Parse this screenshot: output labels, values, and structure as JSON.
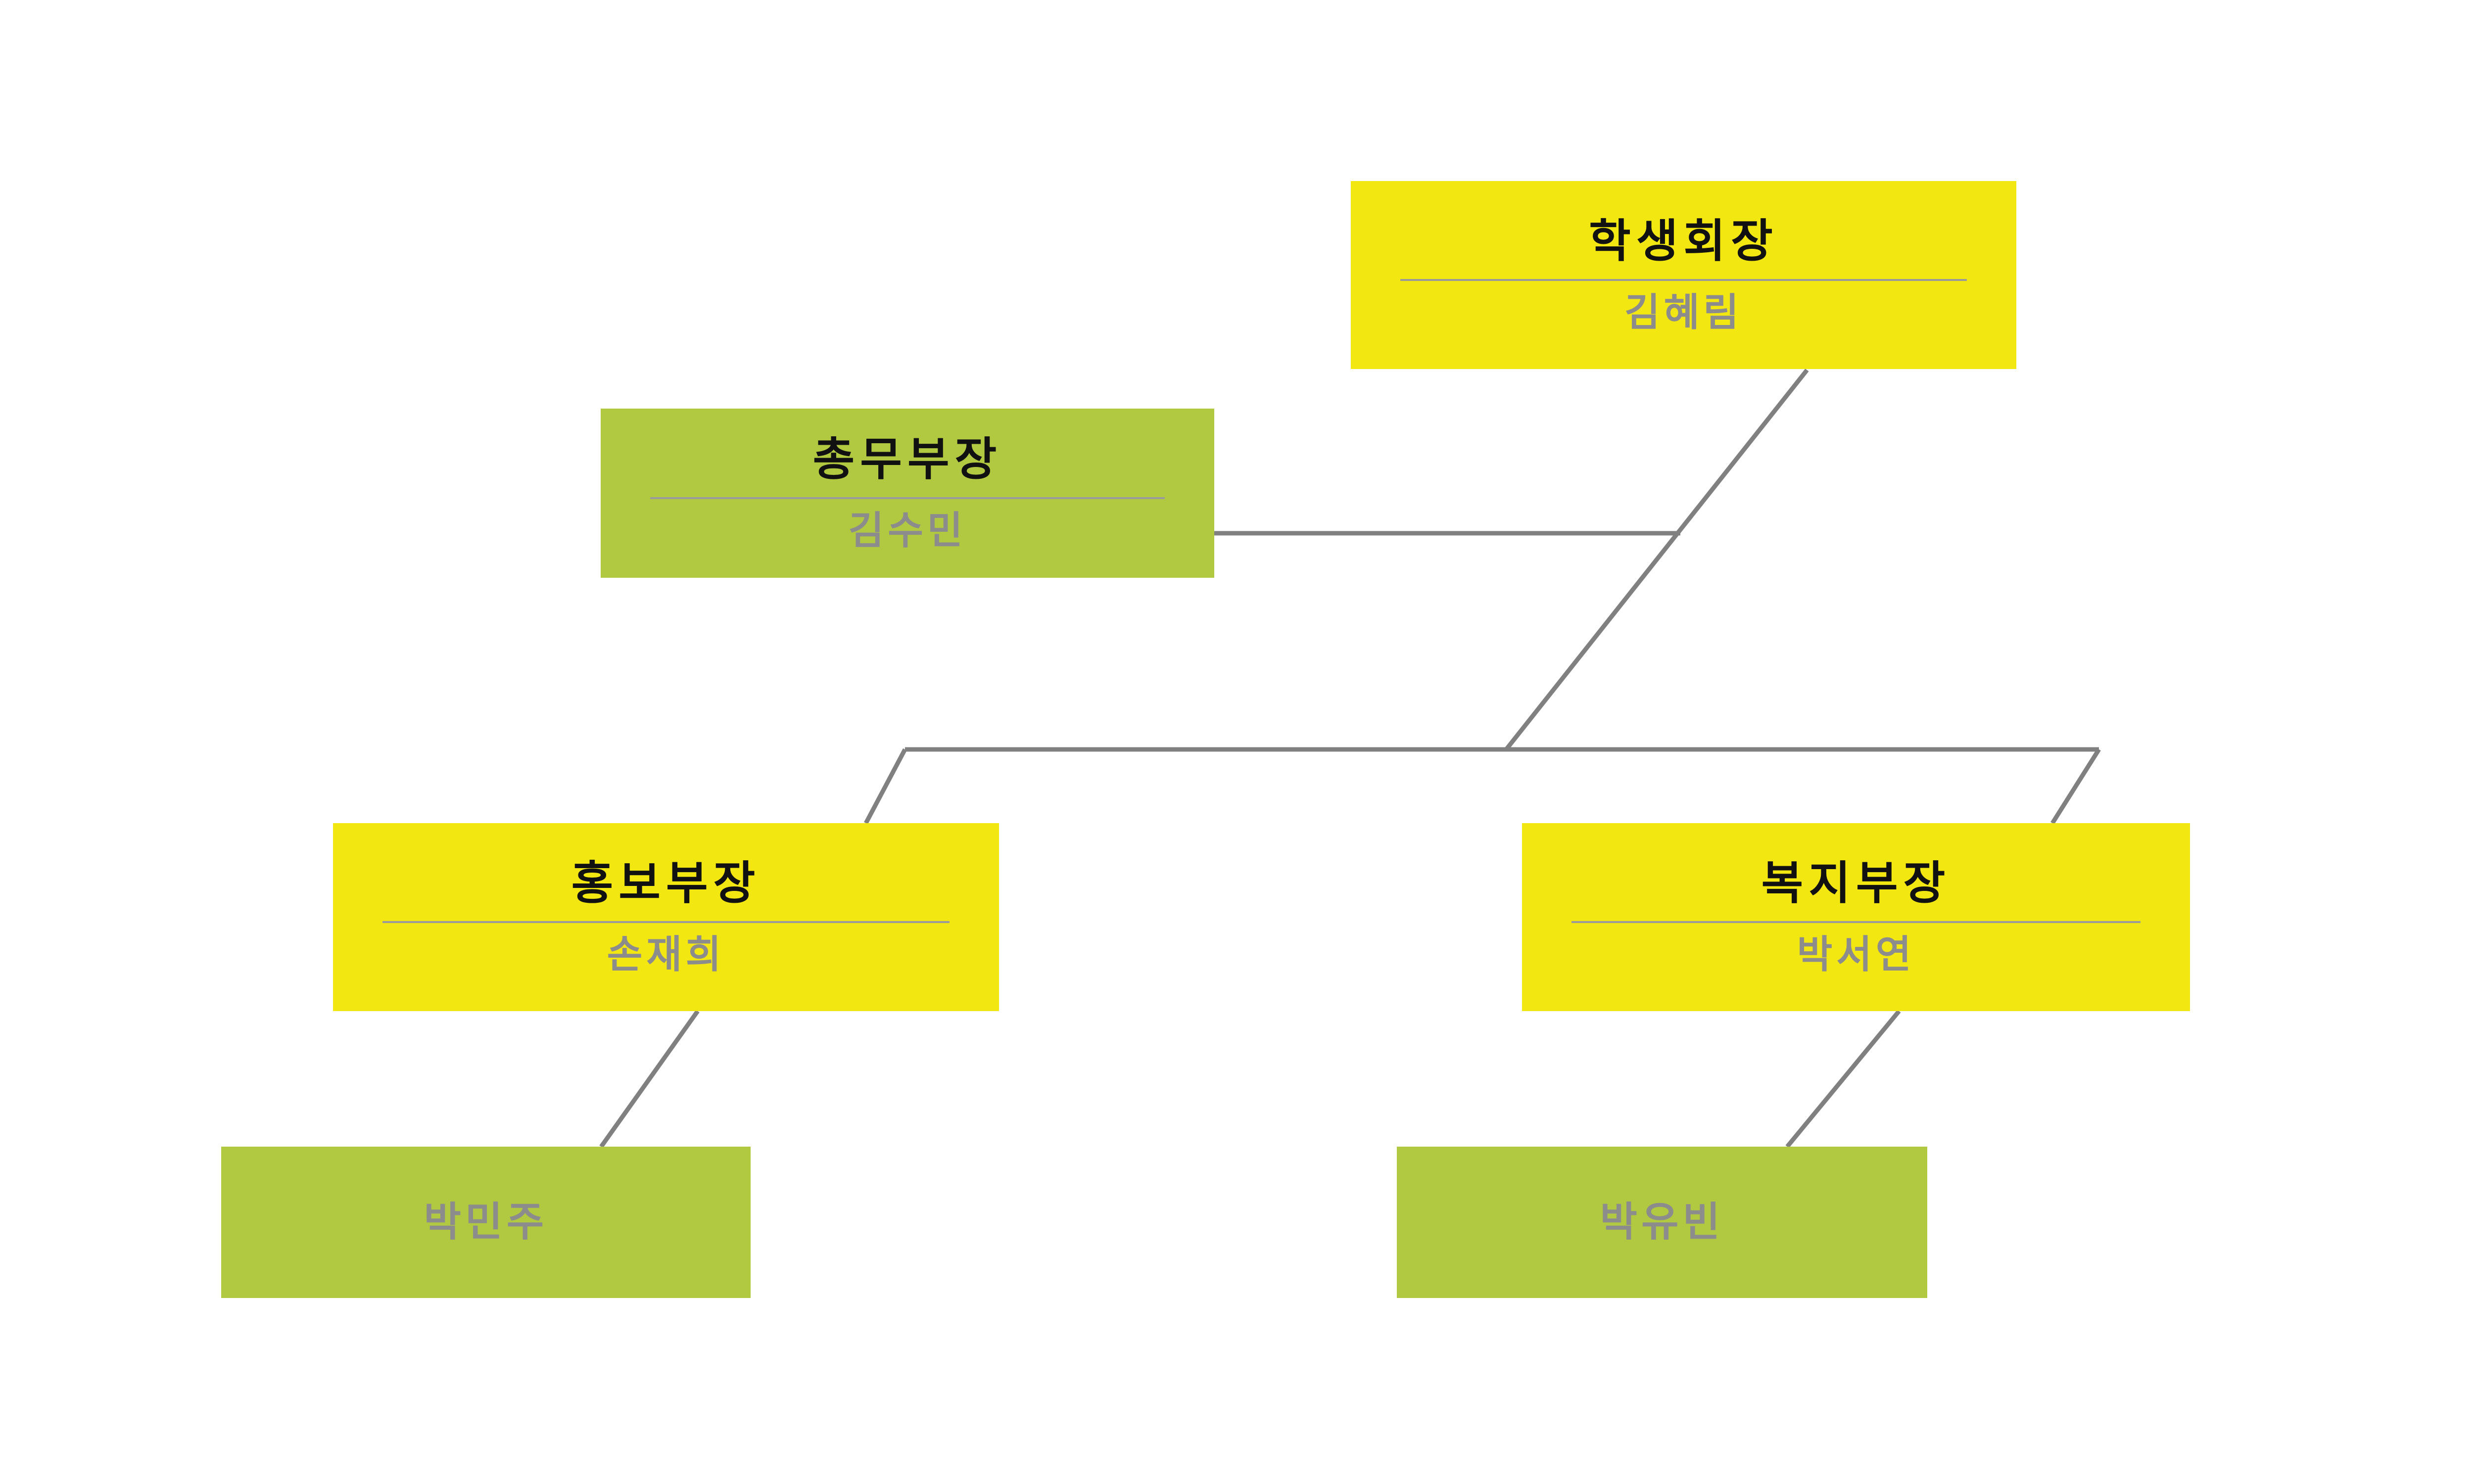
{
  "diagram": {
    "type": "org-chart",
    "description": "Student council organization chart"
  },
  "colors": {
    "yellow": "#f3e712",
    "green": "#b1c940",
    "shadow": "#a9a9a9",
    "line": "#808080",
    "title_text": "#111111",
    "name_text": "#8c8c8c"
  },
  "nodes": {
    "president": {
      "title": "학생회장",
      "name": "김혜림"
    },
    "general_affairs": {
      "title": "총무부장",
      "name": "김수민"
    },
    "public_relations": {
      "title": "홍보부장",
      "name": "손재희"
    },
    "welfare": {
      "title": "복지부장",
      "name": "박서연"
    },
    "member_left": {
      "name": "박민주"
    },
    "member_right": {
      "name": "박유빈"
    }
  },
  "edges": [
    {
      "from": "president",
      "to": "junction"
    },
    {
      "from": "general_affairs",
      "to": "president-line"
    },
    {
      "from": "junction",
      "to": "public_relations"
    },
    {
      "from": "junction",
      "to": "welfare"
    },
    {
      "from": "public_relations",
      "to": "member_left"
    },
    {
      "from": "welfare",
      "to": "member_right"
    }
  ]
}
